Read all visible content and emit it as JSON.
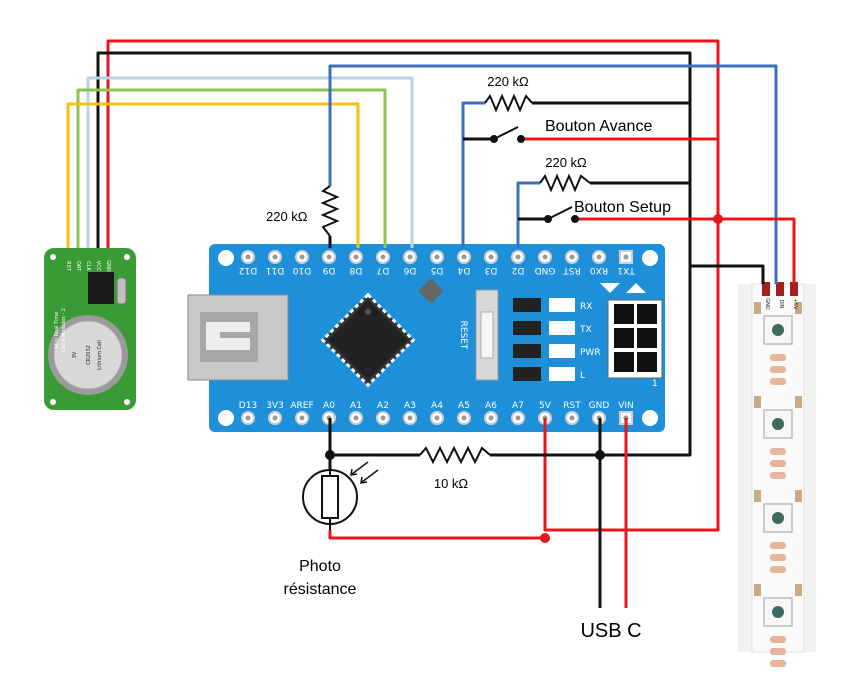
{
  "labels": {
    "r_avance": "220 kΩ",
    "bouton_avance": "Bouton Avance",
    "r_setup": "220 kΩ",
    "bouton_setup": "Bouton Setup",
    "r_d9": "220 kΩ",
    "r_ldr": "10 kΩ",
    "photo_1": "Photo",
    "photo_2": "résistance",
    "usb": "USB C"
  },
  "rtc": {
    "pins": [
      "RST",
      "DAT",
      "CLK",
      "VCC",
      "GND"
    ],
    "battery": "CR2032",
    "battery_sub": "Lithium Cell",
    "battery_volt": "3V",
    "title_1": "Mini Real Time",
    "title_2": "Clock Modules - 2"
  },
  "nano": {
    "top_pins": [
      "D12",
      "D11",
      "D10",
      "D9",
      "D8",
      "D7",
      "D6",
      "D5",
      "D4",
      "D3",
      "D2",
      "GND",
      "RST",
      "RX0",
      "TX1"
    ],
    "bottom_pins": [
      "D13",
      "3V3",
      "AREF",
      "A0",
      "A1",
      "A2",
      "A3",
      "A4",
      "A5",
      "A6",
      "A7",
      "5V",
      "RST",
      "GND",
      "VIN"
    ],
    "leds": [
      "RX",
      "TX",
      "PWR",
      "L"
    ],
    "reset": "RESET",
    "icsp_num": "1"
  },
  "strip": {
    "pins": [
      "GND",
      "DIN",
      "+5V"
    ]
  },
  "colors": {
    "red": "#e8151b",
    "black": "#111111",
    "blue": "#3d6fc0",
    "light_blue": "#b7d3ea",
    "green": "#8cc44d",
    "yellow": "#f6c10c",
    "board": "#1e8fd9",
    "rtc_board": "#3a9a35"
  }
}
